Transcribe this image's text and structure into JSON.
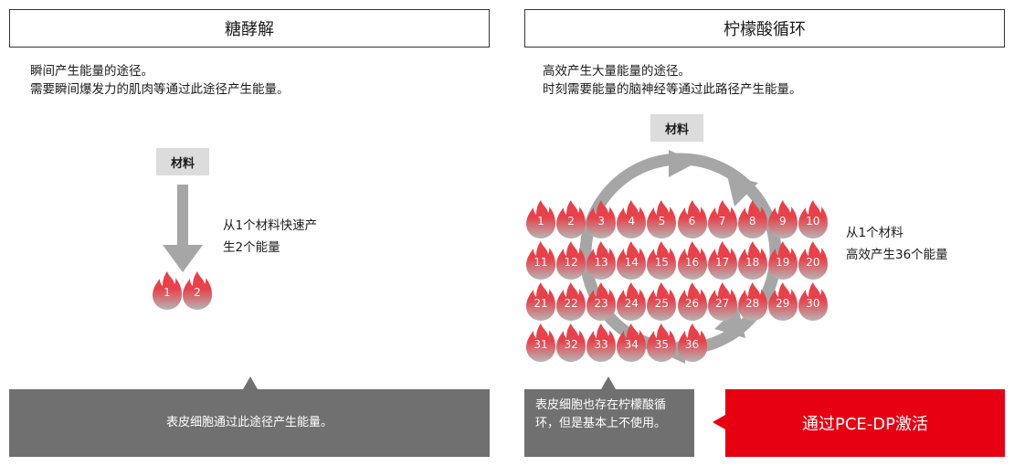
{
  "glycolysis": {
    "title": "糖酵解",
    "desc_line1": "瞬间产生能量的途径。",
    "desc_line2": "需要瞬间爆发力的肌肉等通过此途径产生能量。",
    "material_label": "材料",
    "side_line1": "从1个材料快速产",
    "side_line2": "生2个能量",
    "flame_numbers": [
      "1",
      "2"
    ],
    "callout": "表皮细胞通过此途径产生能量。"
  },
  "citric_cycle": {
    "title": "柠檬酸循环",
    "desc_line1": "高效产生大量能量的途径。",
    "desc_line2": "时刻需要能量的脑神经等通过此路径产生能量。",
    "material_label": "材料",
    "side_line1": "从1个材料",
    "side_line2": "高效产生36个能量",
    "flame_numbers": [
      "1",
      "2",
      "3",
      "4",
      "5",
      "6",
      "7",
      "8",
      "9",
      "10",
      "11",
      "12",
      "13",
      "14",
      "15",
      "16",
      "17",
      "18",
      "19",
      "20",
      "21",
      "22",
      "23",
      "24",
      "25",
      "26",
      "27",
      "28",
      "29",
      "30",
      "31",
      "32",
      "33",
      "34",
      "35",
      "36"
    ],
    "callout": "表皮细胞也存在柠檬酸循环，但是基本上不使用。",
    "activation": "通过PCE-DP激活"
  },
  "colors": {
    "flame_top": "#e8414a",
    "flame_bottom": "#b5b5b5",
    "arrow": "#a6a6a6",
    "callout_bg": "#707070",
    "accent_red": "#e60012"
  }
}
